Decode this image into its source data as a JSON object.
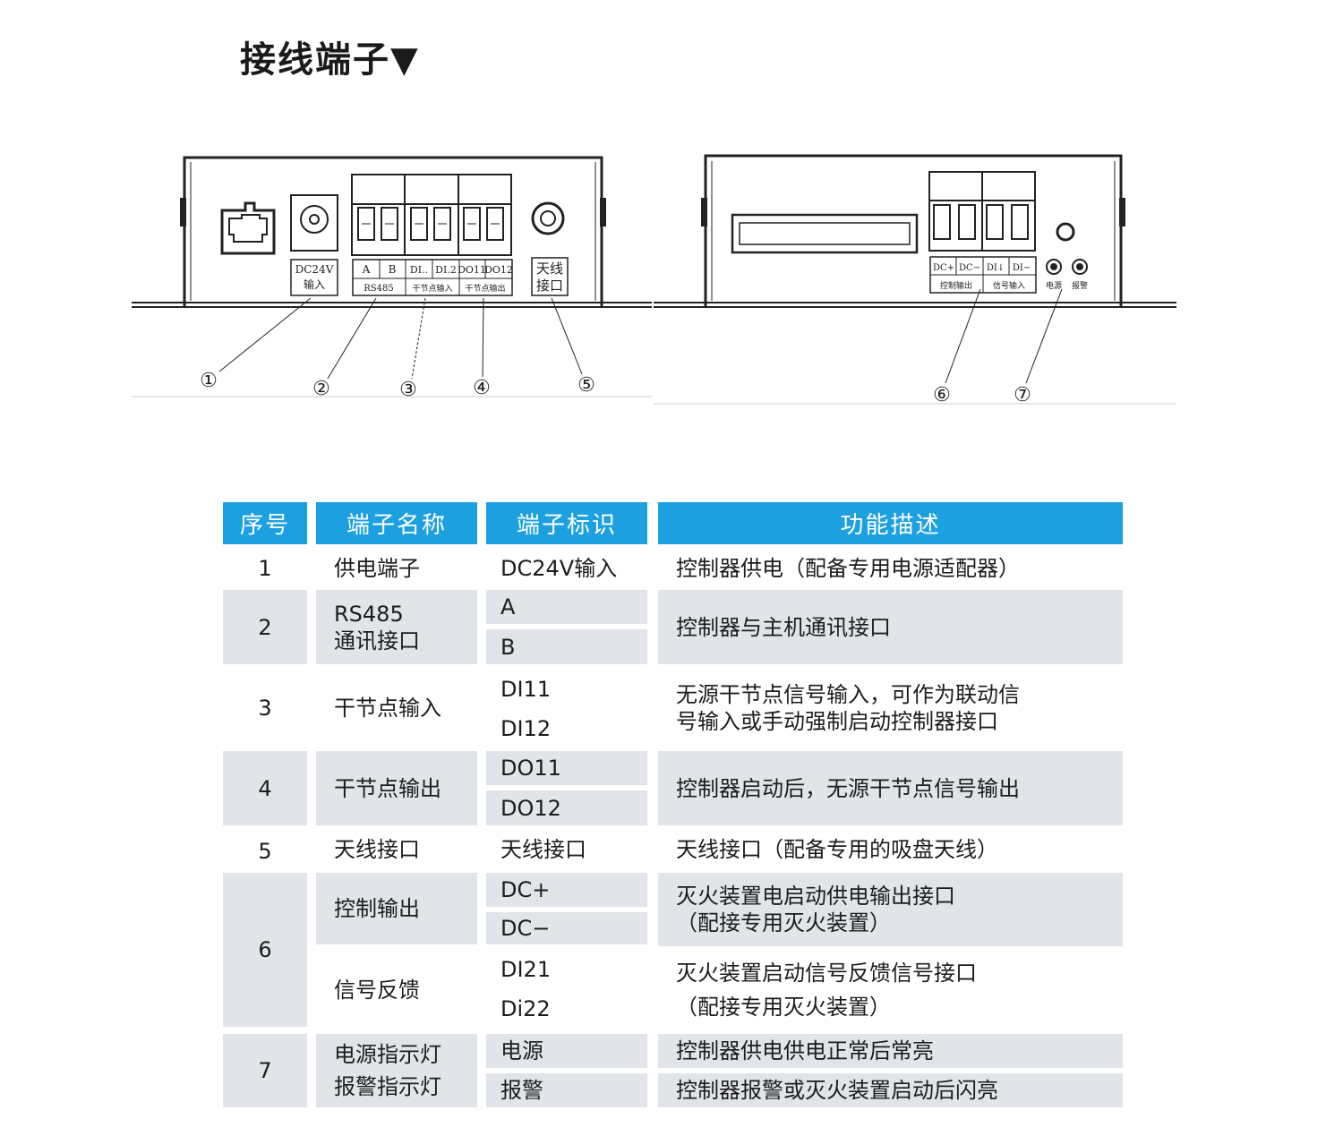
{
  "title": "接线端子▼",
  "colors": {
    "header_bg": "#1da0e0",
    "row_gray": "#e1e4e8"
  },
  "diagram": {
    "left_panel": {
      "labels": {
        "dc": [
          "DC24V",
          "输入"
        ],
        "rs_a": "A",
        "rs_b": "B",
        "rs485": "RS485",
        "di1": "DI..",
        "di2": "DI.2",
        "dinput": "干节点输入",
        "do11": "DO11",
        "do12": "DO12",
        "doutput": "干节点输出",
        "antenna": [
          "天线",
          "接口"
        ]
      },
      "callouts": [
        "①",
        "②",
        "③",
        "④",
        "⑤"
      ]
    },
    "right_panel": {
      "labels": {
        "dcp": "DC+",
        "dcm": "DC−",
        "di21": "DI↓",
        "di22": "DI−",
        "ctrl_out": "控制输出",
        "sig_in": "信号输入",
        "power": "电源",
        "alarm": "报警"
      },
      "callouts": [
        "⑥",
        "⑦"
      ]
    }
  },
  "table": {
    "headers": [
      "序号",
      "端子名称",
      "端子标识",
      "功能描述"
    ],
    "rows": [
      {
        "no": "1",
        "name": "供电端子",
        "ids": [
          "DC24V输入"
        ],
        "desc": "控制器供电（配备专用电源适配器）"
      },
      {
        "no": "2",
        "name": "RS485\n通讯接口",
        "ids": [
          "A",
          "B"
        ],
        "desc": "控制器与主机通讯接口"
      },
      {
        "no": "3",
        "name": "干节点输入",
        "ids": [
          "DI11",
          "DI12"
        ],
        "desc": "无源干节点信号输入，可作为联动信\n号输入或手动强制启动控制器接口"
      },
      {
        "no": "4",
        "name": "干节点输出",
        "ids": [
          "DO11",
          "DO12"
        ],
        "desc": "控制器启动后，无源干节点信号输出"
      },
      {
        "no": "5",
        "name": "天线接口",
        "ids": [
          "天线接口"
        ],
        "desc": "天线接口（配备专用的吸盘天线）"
      },
      {
        "no": "6",
        "name_a": "控制输出",
        "ids_a": [
          "DC+",
          "DC−"
        ],
        "desc_a": "灭火装置电启动供电输出接口\n（配接专用灭火装置）",
        "name_b": "信号反馈",
        "ids_b": [
          "DI21",
          "Di22"
        ],
        "desc_b": "灭火装置启动信号反馈信号接口\n（配接专用灭火装置）"
      },
      {
        "no": "7",
        "name": "电源指示灯\n报警指示灯",
        "ids": [
          "电源",
          "报警"
        ],
        "descs": [
          "控制器供电供电正常后常亮",
          "控制器报警或灭火装置启动后闪亮"
        ]
      }
    ]
  }
}
